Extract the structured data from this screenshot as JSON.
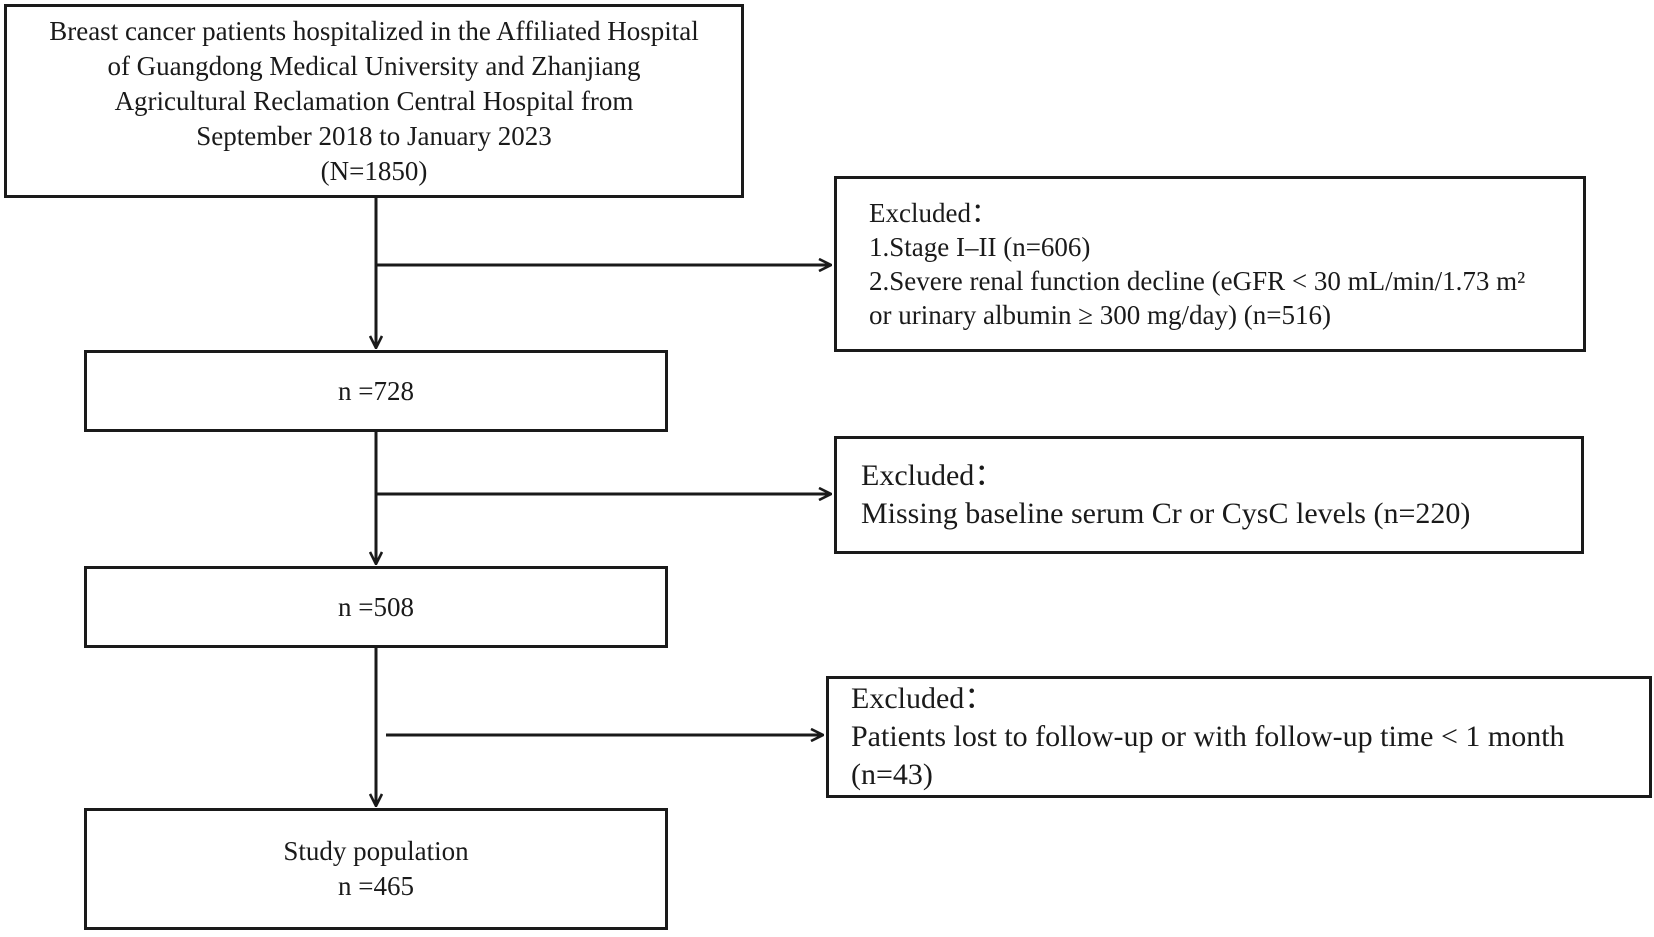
{
  "start_box": {
    "lines": [
      "Breast cancer patients hospitalized in the Affiliated Hospital",
      "of Guangdong Medical University and Zhanjiang",
      "Agricultural Reclamation Central Hospital from",
      "September 2018 to January 2023",
      "(N=1850)"
    ]
  },
  "exclusion_1": {
    "heading": "Excluded：",
    "lines": [
      "1.Stage I–II (n=606)",
      "2.Severe renal function decline (eGFR < 30 mL/min/1.73 m²",
      "or urinary albumin ≥ 300 mg/day) (n=516)"
    ]
  },
  "step_1": {
    "label": "n =728"
  },
  "exclusion_2": {
    "heading": "Excluded：",
    "lines": [
      "Missing baseline serum Cr or CysC levels (n=220)"
    ]
  },
  "step_2": {
    "label": "n =508"
  },
  "exclusion_3": {
    "heading": "Excluded：",
    "lines": [
      "Patients lost to follow-up or with follow-up time < 1 month",
      "(n=43)"
    ]
  },
  "final_box": {
    "title": "Study population",
    "count": "n =465"
  }
}
